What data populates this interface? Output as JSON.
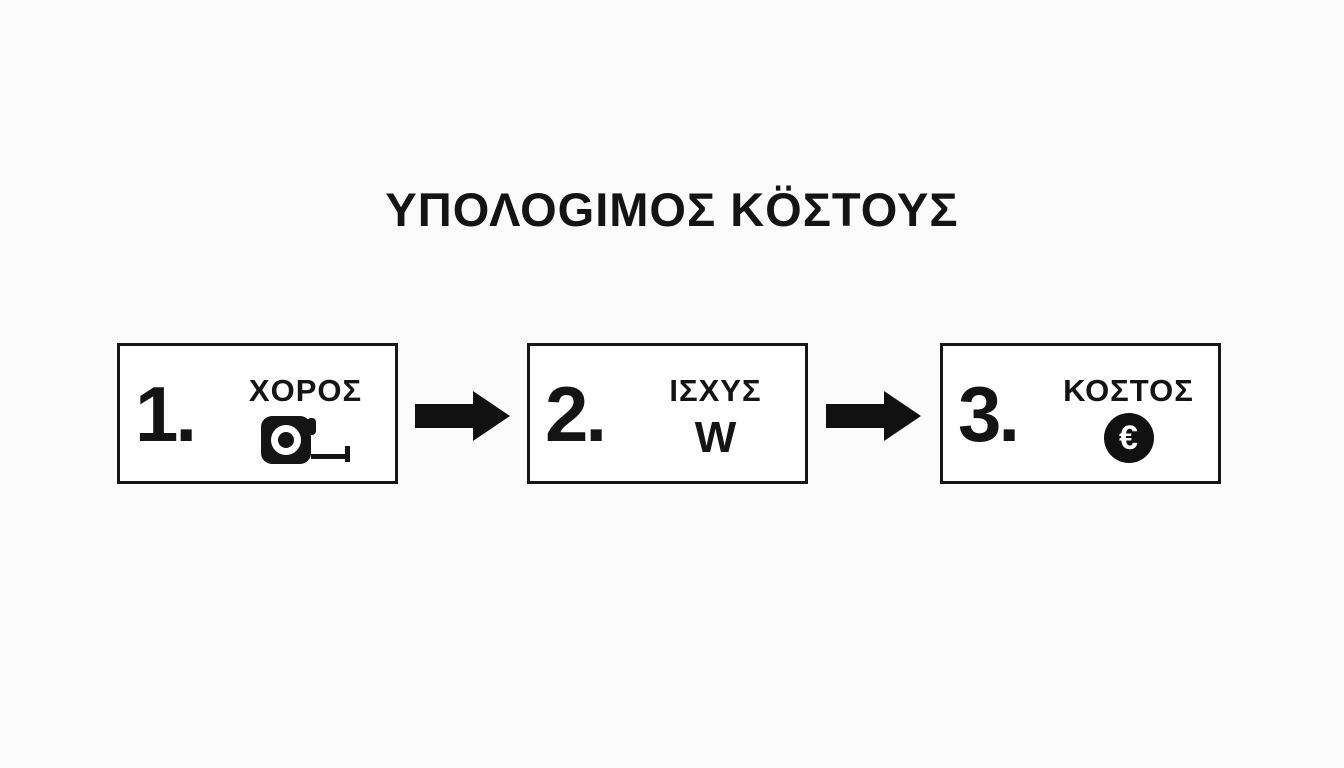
{
  "page": {
    "background_color": "#fbfbfb",
    "ink_color": "#141414",
    "box_fill_color": "#ffffff"
  },
  "title": "ΥΠΟΛΟGΙΜΟΣ ΚÖΣΤΟΥΣ",
  "steps": [
    {
      "number": "1.",
      "label": "ΧΟΡΟΣ",
      "icon": "tape-measure-icon"
    },
    {
      "number": "2.",
      "label": "ΙΣΧΥΣ",
      "icon": "watt-symbol",
      "symbol": "W"
    },
    {
      "number": "3.",
      "label": "ΚΟΣΤΟΣ",
      "icon": "euro-coin-icon",
      "symbol": "€"
    }
  ],
  "connectors": [
    {
      "icon": "arrow-right-icon"
    },
    {
      "icon": "arrow-right-icon"
    }
  ]
}
